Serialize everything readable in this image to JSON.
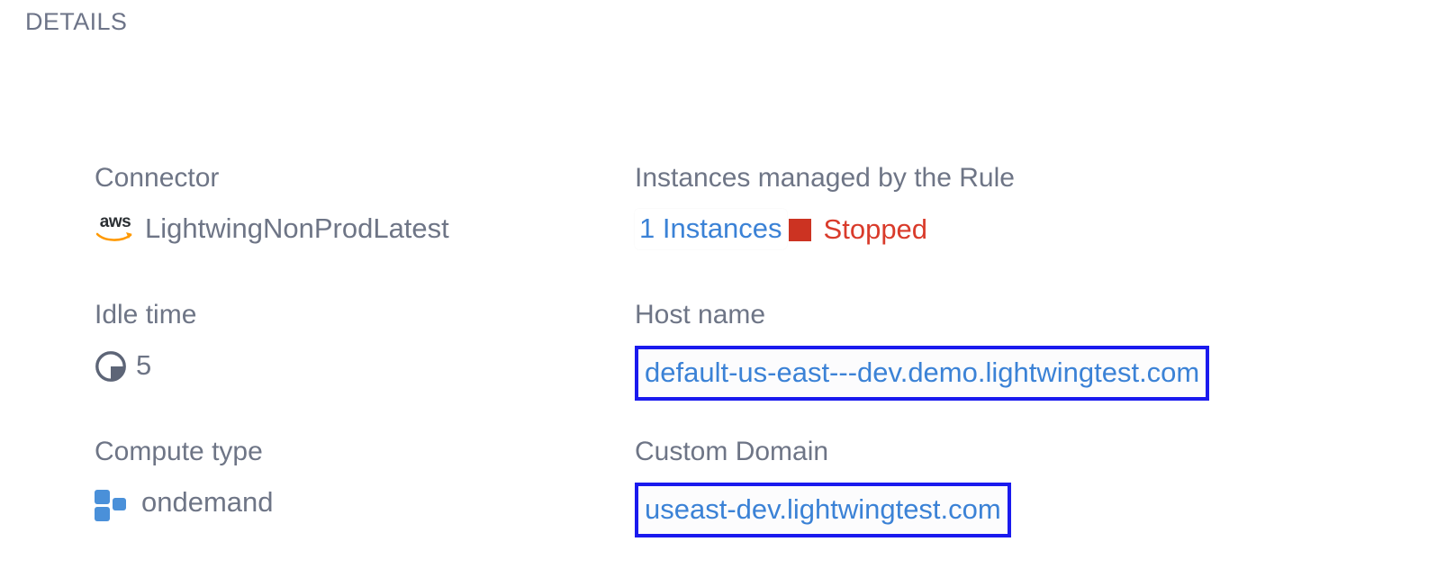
{
  "section": {
    "title": "DETAILS"
  },
  "fields": {
    "connector": {
      "label": "Connector",
      "value": "LightwingNonProdLatest",
      "icon": "aws-logo-icon"
    },
    "instances": {
      "label": "Instances managed by the Rule",
      "count_label": "1 Instances",
      "status": "Stopped",
      "status_color": "#d93b2b",
      "status_swatch_color": "#cc3322"
    },
    "idle_time": {
      "label": "Idle time",
      "value": "5",
      "icon": "pie-clock-icon"
    },
    "host_name": {
      "label": "Host name",
      "value": "default-us-east---dev.demo.lightwingtest.com"
    },
    "compute_type": {
      "label": "Compute type",
      "value": "ondemand",
      "icon": "compute-blocks-icon"
    },
    "custom_domain": {
      "label": "Custom Domain",
      "value": "useast-dev.lightwingtest.com"
    }
  },
  "colors": {
    "label_text": "#6e7586",
    "value_text": "#6e7586",
    "link_blue": "#3b82d6",
    "highlight_border": "#1a1aee",
    "aws_orange": "#ff9900",
    "block_blue": "#4a90d9",
    "background": "#ffffff"
  }
}
